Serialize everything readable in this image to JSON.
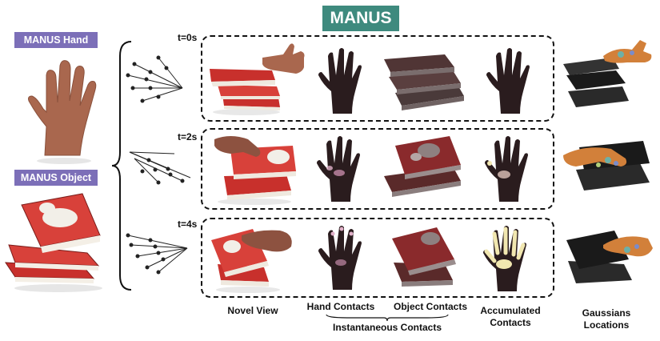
{
  "title": "MANUS",
  "inputs": {
    "hand_label": "MANUS Hand",
    "object_label": "MANUS Object"
  },
  "timesteps": [
    "t=0s",
    "t=2s",
    "t=4s"
  ],
  "columns": {
    "novel_view": "Novel View",
    "hand_contacts": "Hand Contacts",
    "object_contacts": "Object Contacts",
    "instantaneous": "Instantaneous Contacts",
    "accumulated_line1": "Accumulated",
    "accumulated_line2": "Contacts",
    "gaussians_line1": "Gaussians",
    "gaussians_line2": "Locations"
  },
  "colors": {
    "title_bg": "#3e8a7e",
    "tag_bg": "#7c6fb8",
    "book_red": "#c8302c",
    "skin": "#a9674e",
    "dark_hand": "#2a1c1e",
    "contact_yellow": "#f1e7b0"
  }
}
